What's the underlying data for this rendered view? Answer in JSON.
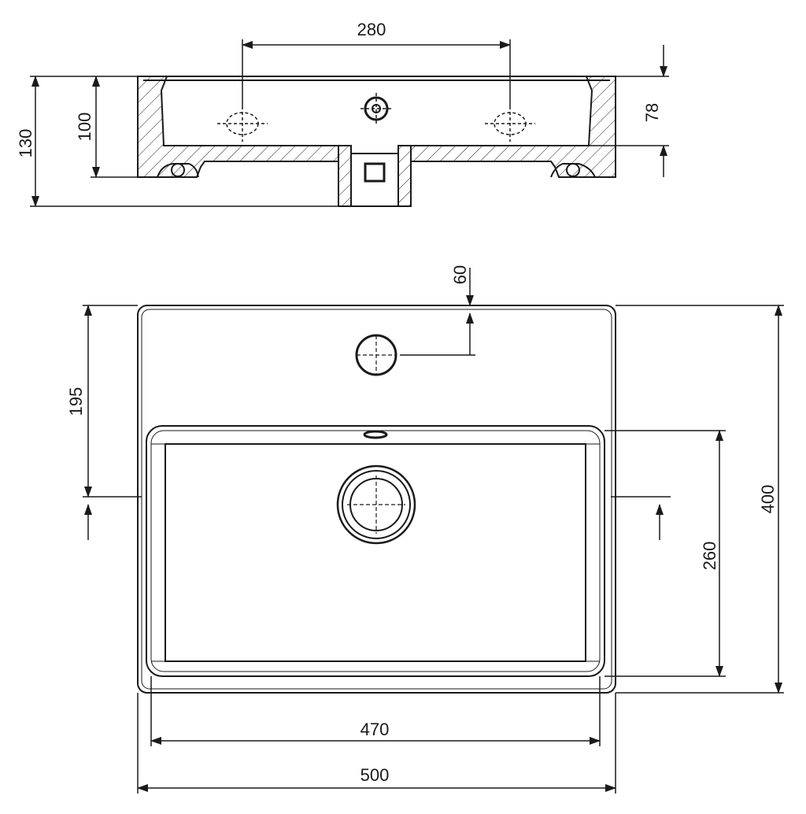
{
  "dimensions": {
    "side_hole_spacing": "280",
    "total_height": "130",
    "basin_height": "100",
    "inner_depth": "78",
    "tap_hole_offset": "60",
    "drain_offset": "195",
    "overall_depth": "400",
    "basin_depth": "260",
    "basin_width": "470",
    "overall_width": "500"
  },
  "colors": {
    "line": "#1a1a1a",
    "background": "#ffffff",
    "hatch": "#1a1a1a"
  }
}
